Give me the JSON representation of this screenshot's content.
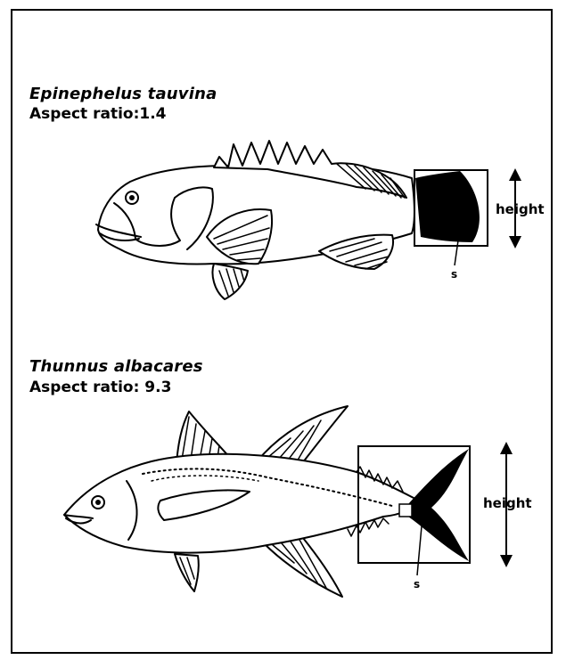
{
  "figures": [
    {
      "species": "Epinephelus tauvina",
      "aspect_ratio_label": "Aspect ratio:1.4",
      "height_label": "height",
      "s_label": "s"
    },
    {
      "species": "Thunnus albacares",
      "aspect_ratio_label": "Aspect ratio: 9.3",
      "height_label": "height",
      "s_label": "s"
    }
  ],
  "icons": [
    "grouper-fish-icon",
    "tuna-fish-icon",
    "double-arrow-icon"
  ]
}
